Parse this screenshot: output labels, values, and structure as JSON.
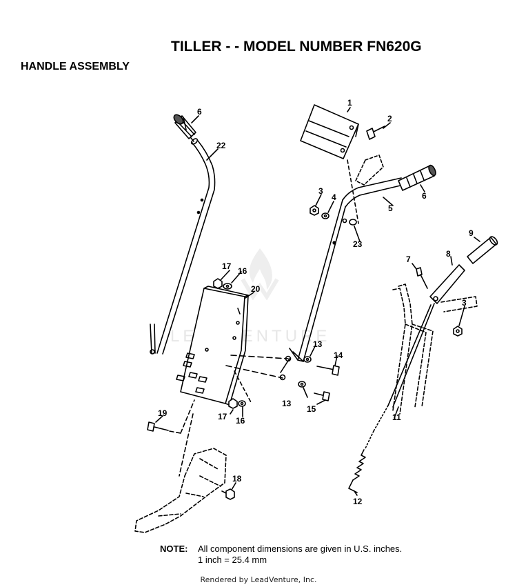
{
  "header": {
    "title": "TILLER - - MODEL NUMBER FN620G",
    "section": "HANDLE ASSEMBLY"
  },
  "watermark": {
    "text": "LEADVENTURE",
    "logo": "leadventure-flame-logo"
  },
  "callouts": {
    "c1": "1",
    "c2": "2",
    "c3a": "3",
    "c3b": "3",
    "c4": "4",
    "c5": "5",
    "c6a": "6",
    "c6b": "6",
    "c7": "7",
    "c8": "8",
    "c9": "9",
    "c11": "11",
    "c12": "12",
    "c13a": "13",
    "c13b": "13",
    "c14": "14",
    "c15": "15",
    "c16a": "16",
    "c16b": "16",
    "c17a": "17",
    "c17b": "17",
    "c18": "18",
    "c19": "19",
    "c20": "20",
    "c22": "22",
    "c23": "23"
  },
  "note": {
    "label": "NOTE:",
    "line1": "All component dimensions are given in U.S. inches.",
    "line2": "1 inch = 25.4 mm"
  },
  "footer": "Rendered by LeadVenture, Inc."
}
